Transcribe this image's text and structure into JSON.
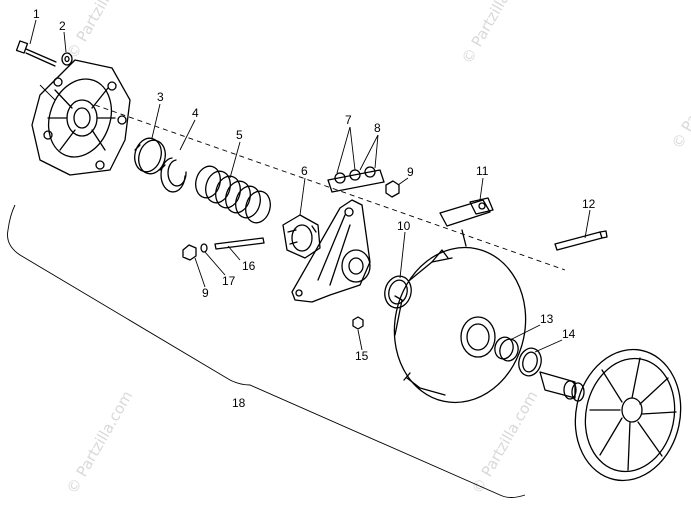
{
  "watermarks": [
    "© Partzilla.com",
    "© Partzilla.com",
    "© Partzilla.com",
    "© Partzilla.com",
    "© Partzilla.com"
  ],
  "callouts": [
    {
      "id": "c1",
      "text": "1"
    },
    {
      "id": "c2",
      "text": "2"
    },
    {
      "id": "c3",
      "text": "3"
    },
    {
      "id": "c4",
      "text": "4"
    },
    {
      "id": "c5",
      "text": "5"
    },
    {
      "id": "c6",
      "text": "6"
    },
    {
      "id": "c7",
      "text": "7"
    },
    {
      "id": "c8",
      "text": "8"
    },
    {
      "id": "c9a",
      "text": "9"
    },
    {
      "id": "c9b",
      "text": "9"
    },
    {
      "id": "c10",
      "text": "10"
    },
    {
      "id": "c11",
      "text": "11"
    },
    {
      "id": "c12",
      "text": "12"
    },
    {
      "id": "c13",
      "text": "13"
    },
    {
      "id": "c14",
      "text": "14"
    },
    {
      "id": "c15",
      "text": "15"
    },
    {
      "id": "c16",
      "text": "16"
    },
    {
      "id": "c17",
      "text": "17"
    },
    {
      "id": "c18",
      "text": "18"
    }
  ],
  "colors": {
    "line": "#000000",
    "watermark": "#d9d9d9",
    "background": "#ffffff"
  }
}
